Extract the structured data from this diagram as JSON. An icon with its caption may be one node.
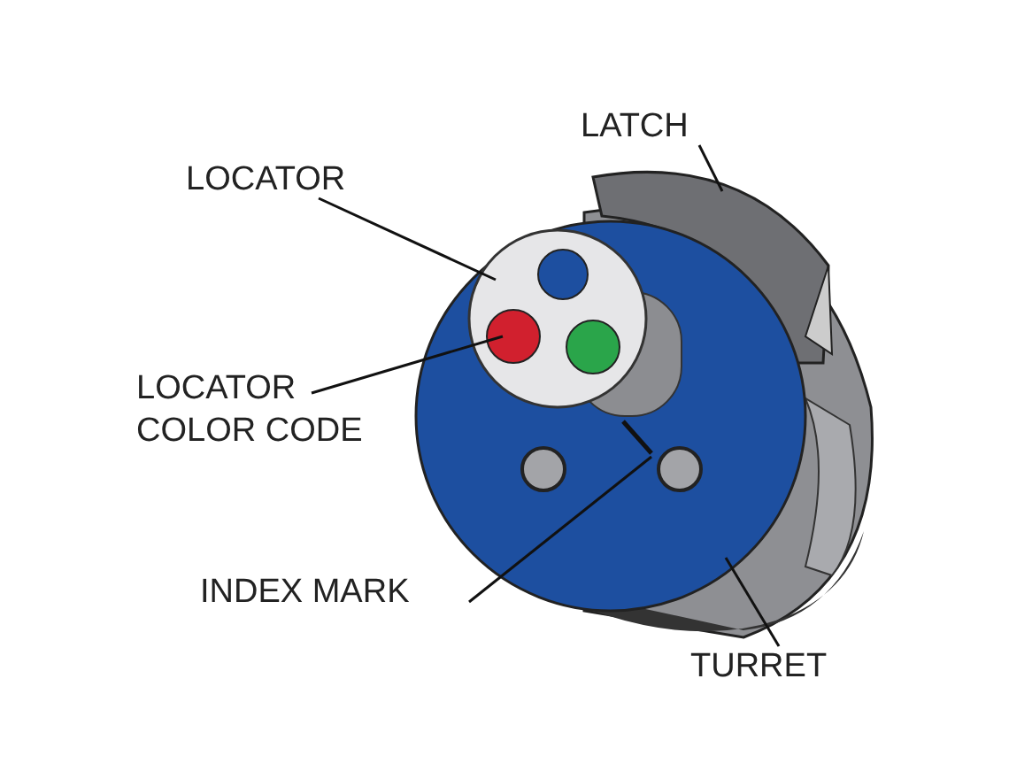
{
  "diagram": {
    "nodes": [
      {
        "text": [
          "LATCH"
        ]
      },
      {
        "text": [
          "LOCATOR"
        ]
      },
      {
        "text": [
          "LOCATOR COLOR CODE"
        ]
      },
      {
        "text": [
          "INDEX MARK"
        ]
      },
      {
        "text": [
          "TURRET"
        ]
      }
    ],
    "edges": [
      {
        "from": 0,
        "to": null,
        "arrow": "none"
      },
      {
        "from": 1,
        "to": null,
        "arrow": "none"
      },
      {
        "from": 2,
        "to": null,
        "arrow": "none"
      },
      {
        "from": 3,
        "to": null,
        "arrow": "none"
      },
      {
        "from": 4,
        "to": null,
        "arrow": "none"
      }
    ]
  }
}
